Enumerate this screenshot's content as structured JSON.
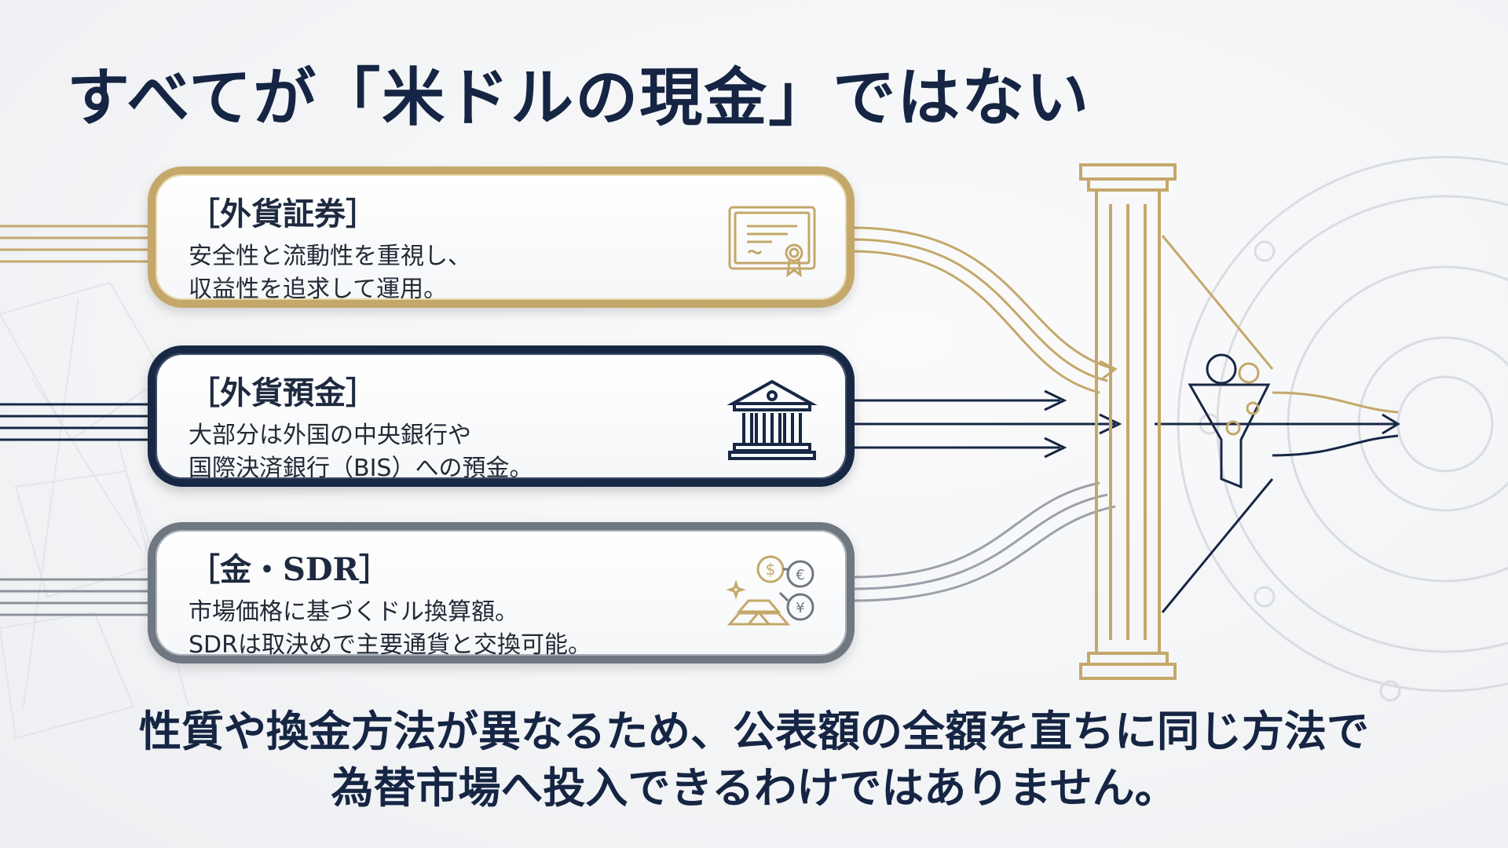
{
  "title": "すべてが「米ドルの現金」ではない",
  "cards": [
    {
      "title": "［外貨証券］",
      "desc": [
        "安全性と流動性を重視し、",
        "収益性を追求して運用。"
      ],
      "icon": "certificate-icon",
      "accent": "#c4a86a"
    },
    {
      "title": "［外貨預金］",
      "desc": [
        "大部分は外国の中央銀行や",
        "国際決済銀行（BIS）への預金。"
      ],
      "icon": "bank-icon",
      "accent": "#172744"
    },
    {
      "title": "［金・SDR］",
      "desc": [
        "市場価格に基づくドル換算額。",
        "SDRは取決めで主要通貨と交換可能。"
      ],
      "icon": "gold-currency-exchange-icon",
      "accent": "#6f7781"
    }
  ],
  "bottom_text": [
    "性質や換金方法が異なるため、公表額の全額を直ちに同じ方法で",
    "為替市場へ投入できるわけではありません。"
  ],
  "colors": {
    "navy": "#152543",
    "gold": "#c4a86a",
    "slate": "#6f7781"
  }
}
